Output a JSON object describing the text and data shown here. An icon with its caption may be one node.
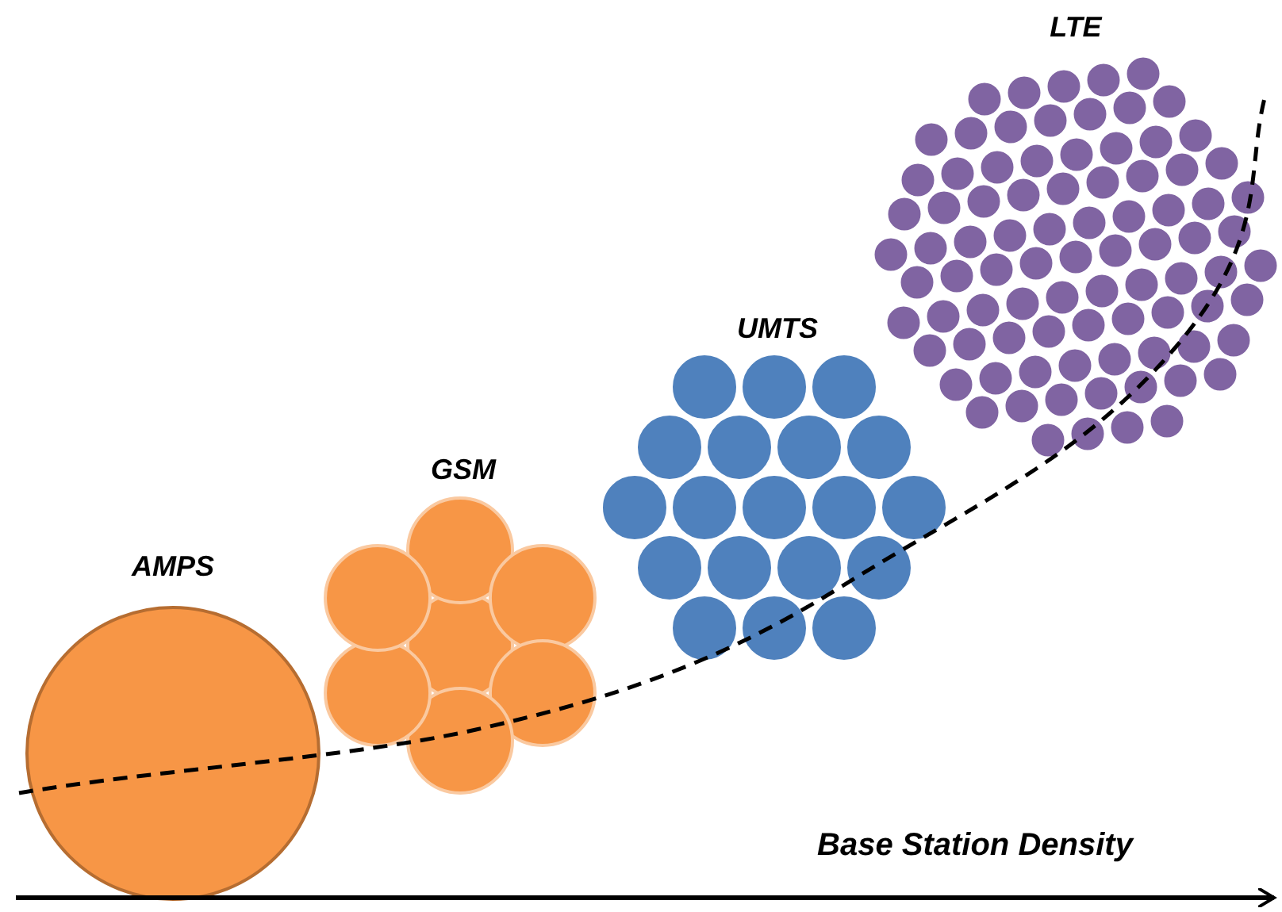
{
  "diagram": {
    "nodes": [
      {
        "text": [
          "AMPS"
        ]
      },
      {
        "text": [
          "GSM"
        ]
      },
      {
        "text": [
          "UMTS"
        ]
      },
      {
        "text": [
          "LTE"
        ]
      }
    ],
    "labels": [
      "Base Station Density"
    ]
  }
}
